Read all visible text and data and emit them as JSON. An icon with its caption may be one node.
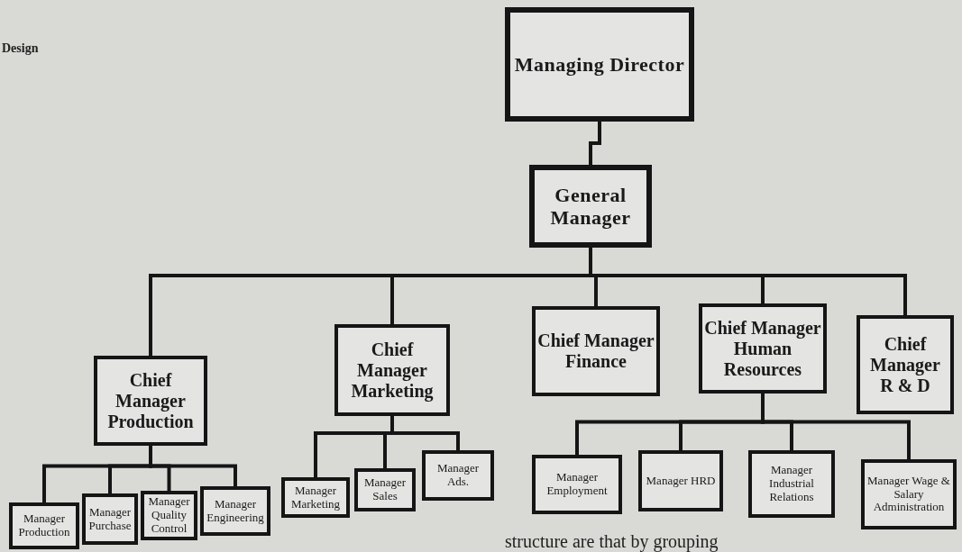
{
  "diagram": {
    "nodes": [
      {
        "text": [
          "Managing Director"
        ]
      },
      {
        "text": [
          "General Manager"
        ]
      },
      {
        "text": [
          "Chief Manager Production"
        ]
      },
      {
        "text": [
          "Chief Manager Marketing"
        ]
      },
      {
        "text": [
          "Chief Manager Finance"
        ]
      },
      {
        "text": [
          "Chief Manager Human Resources"
        ]
      },
      {
        "text": [
          "Chief Manager R & D"
        ]
      },
      {
        "text": [
          "Manager Production"
        ]
      },
      {
        "text": [
          "Manager Purchase"
        ]
      },
      {
        "text": [
          "Manager Quality Control"
        ]
      },
      {
        "text": [
          "Manager Engineering"
        ]
      },
      {
        "text": [
          "Manager Marketing"
        ]
      },
      {
        "text": [
          "Manager Sales"
        ]
      },
      {
        "text": [
          "Manager Ads."
        ]
      },
      {
        "text": [
          "Manager Employment"
        ]
      },
      {
        "text": [
          "Manager HRD"
        ]
      },
      {
        "text": [
          "Manager Industrial Relations"
        ]
      },
      {
        "text": [
          "Manager Wage & Salary Administration"
        ]
      }
    ],
    "edges": [
      {
        "from": 0,
        "to": 1,
        "arrow": "none"
      },
      {
        "from": 1,
        "to": 2,
        "arrow": "none"
      },
      {
        "from": 1,
        "to": 3,
        "arrow": "none"
      },
      {
        "from": 1,
        "to": 4,
        "arrow": "none"
      },
      {
        "from": 1,
        "to": 5,
        "arrow": "none"
      },
      {
        "from": 1,
        "to": 6,
        "arrow": "none"
      },
      {
        "from": 2,
        "to": 7,
        "arrow": "none"
      },
      {
        "from": 2,
        "to": 8,
        "arrow": "none"
      },
      {
        "from": 2,
        "to": 9,
        "arrow": "none"
      },
      {
        "from": 2,
        "to": 10,
        "arrow": "none"
      },
      {
        "from": 3,
        "to": 11,
        "arrow": "none"
      },
      {
        "from": 3,
        "to": 12,
        "arrow": "none"
      },
      {
        "from": 3,
        "to": 13,
        "arrow": "none"
      },
      {
        "from": 5,
        "to": 14,
        "arrow": "none"
      },
      {
        "from": 5,
        "to": 15,
        "arrow": "none"
      },
      {
        "from": 5,
        "to": 16,
        "arrow": "none"
      },
      {
        "from": 5,
        "to": 17,
        "arrow": "none"
      }
    ],
    "labels": [
      "Design",
      "structure are that by grouping"
    ]
  }
}
